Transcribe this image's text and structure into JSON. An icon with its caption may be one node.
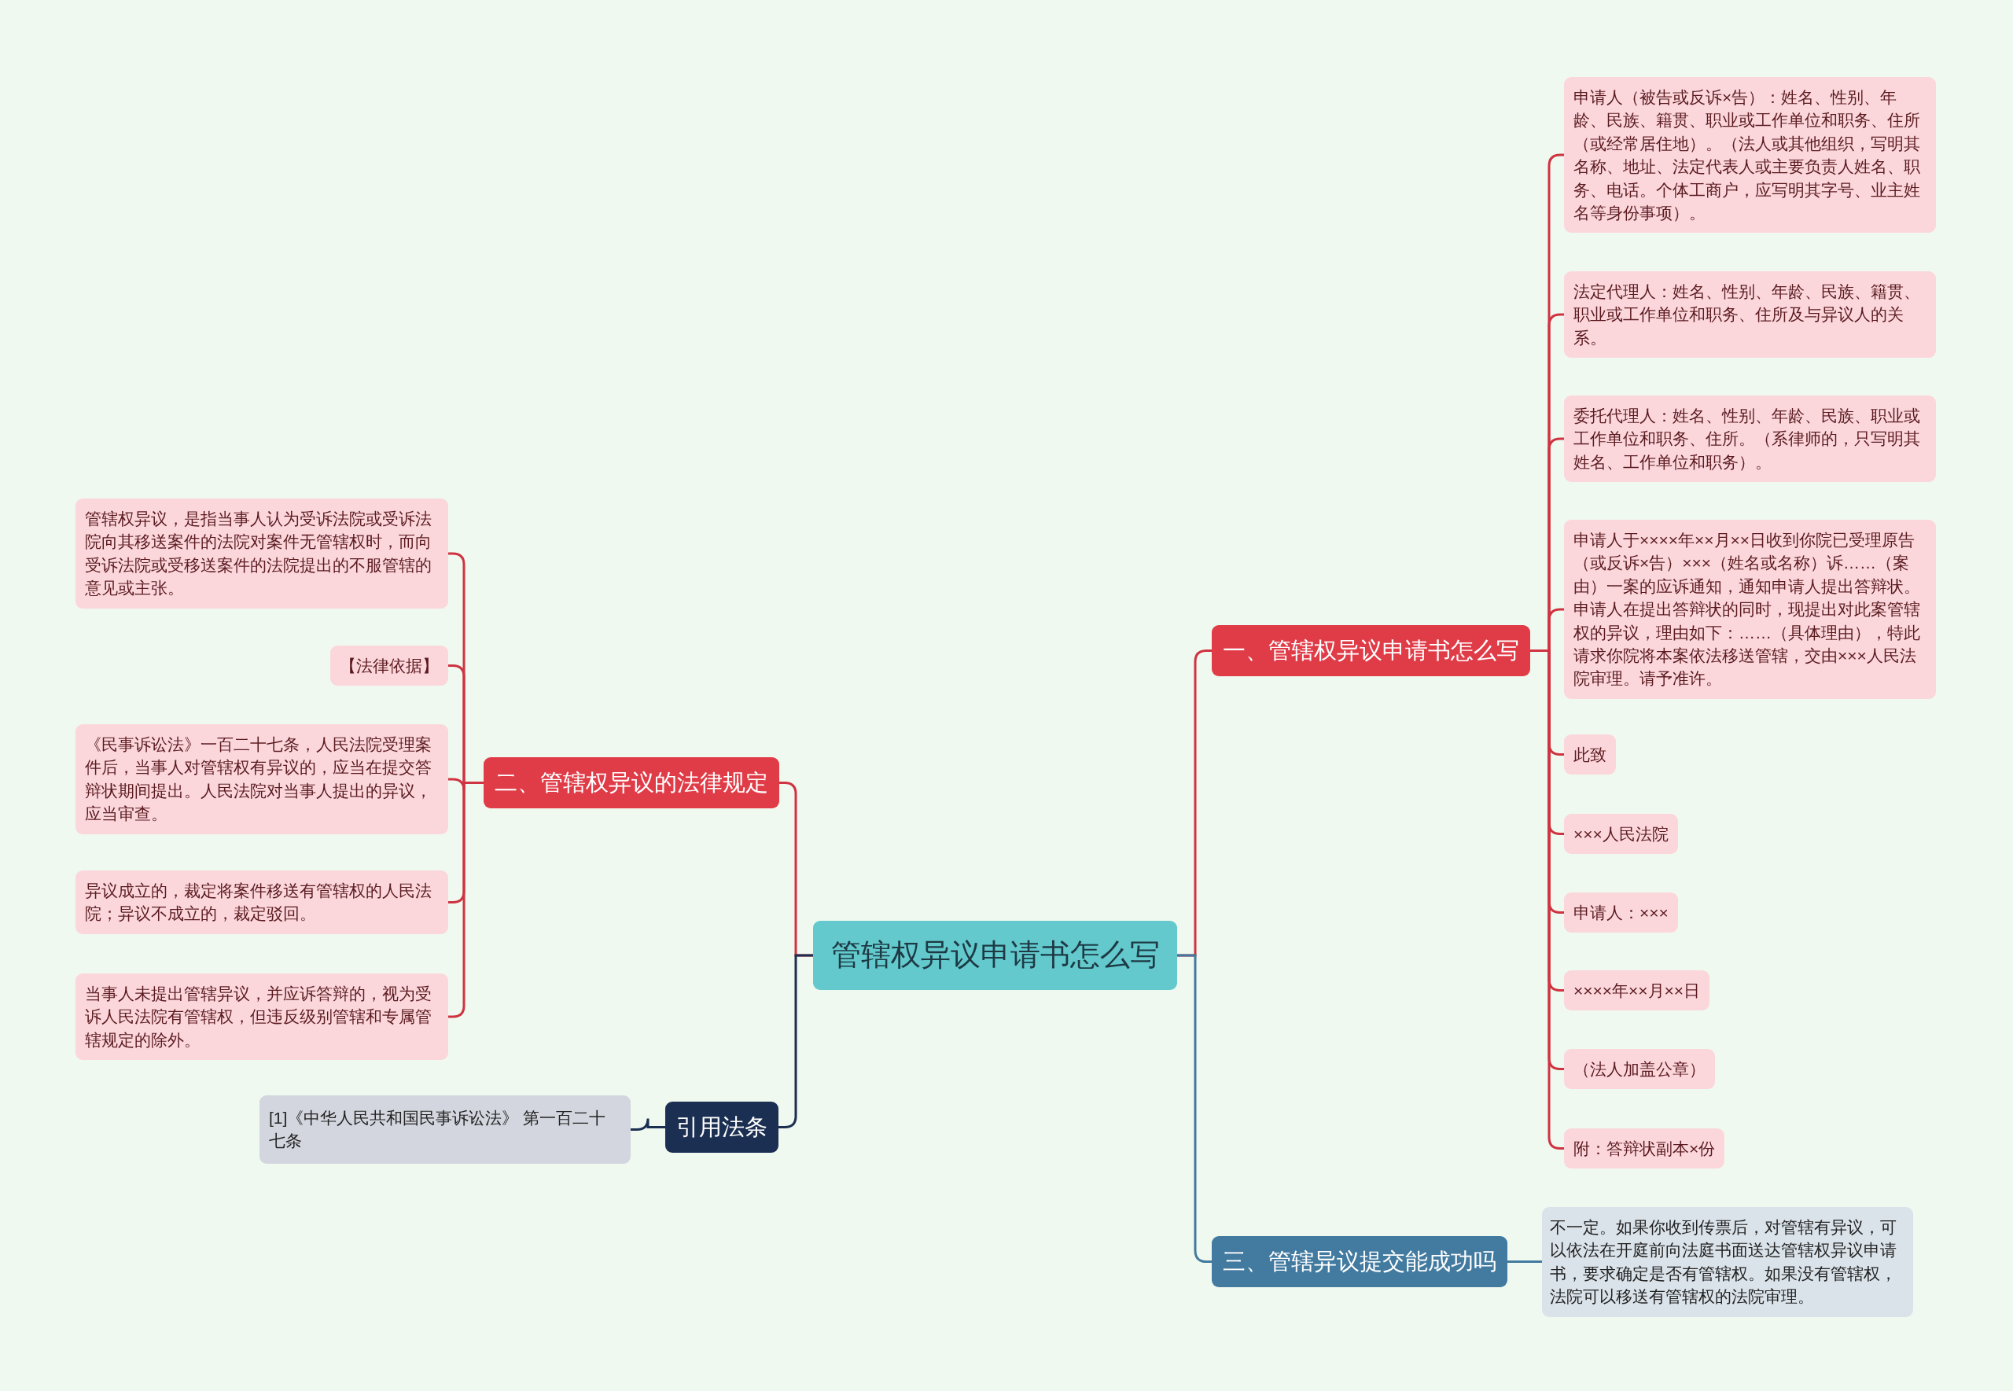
{
  "diagram": {
    "nodes": [
      {
        "text": [
          "管辖权异议申请书怎么写"
        ]
      },
      {
        "text": [
          "一、管辖权异议申请书怎么写"
        ]
      },
      {
        "text": [
          "申请人（被告或反诉×告）：姓名、性别、年龄、民族、籍贯、职业或工作单位和职务、住所（或经常居住地）。（法人或其他组织，写明其名称、地址、法定代表人或主要负责人姓名、职务、电话。个体工商户，应写明其字号、业主姓名等身份事项）。"
        ]
      },
      {
        "text": [
          "法定代理人：姓名、性别、年龄、民族、籍贯、职业或工作单位和职务、住所及与异议人的关系。"
        ]
      },
      {
        "text": [
          "委托代理人：姓名、性别、年龄、民族、职业或工作单位和职务、住所。（系律师的，只写明其姓名、工作单位和职务）。"
        ]
      },
      {
        "text": [
          "申请人于××××年××月××日收到你院已受理原告（或反诉×告）×××（姓名或名称）诉……（案由）一案的应诉通知，通知申请人提出答辩状。申请人在提出答辩状的同时，现提出对此案管辖权的异议，理由如下：……（具体理由），特此请求你院将本案依法移送管辖，交由×××人民法院审理。请予准许。"
        ]
      },
      {
        "text": [
          "此致"
        ]
      },
      {
        "text": [
          "×××人民法院"
        ]
      },
      {
        "text": [
          "申请人：×××"
        ]
      },
      {
        "text": [
          "××××年××月××日"
        ]
      },
      {
        "text": [
          "（法人加盖公章）"
        ]
      },
      {
        "text": [
          "附：答辩状副本×份"
        ]
      },
      {
        "text": [
          "二、管辖权异议的法律规定"
        ]
      },
      {
        "text": [
          "管辖权异议，是指当事人认为受诉法院或受诉法院向其移送案件的法院对案件无管辖权时，而向受诉法院或受移送案件的法院提出的不服管辖的意见或主张。"
        ]
      },
      {
        "text": [
          "【法律依据】"
        ]
      },
      {
        "text": [
          "《民事诉讼法》一百二十七条，人民法院受理案件后，当事人对管辖权有异议的，应当在提交答辩状期间提出。人民法院对当事人提出的异议，应当审查。"
        ]
      },
      {
        "text": [
          "异议成立的，裁定将案件移送有管辖权的人民法院；异议不成立的，裁定驳回。"
        ]
      },
      {
        "text": [
          "当事人未提出管辖异议，并应诉答辩的，视为受诉人民法院有管辖权，但违反级别管辖和专属管辖规定的除外。"
        ]
      },
      {
        "text": [
          "引用法条"
        ]
      },
      {
        "text": [
          "[1]《中华人民共和国民事诉讼法》 第一百二十七条"
        ]
      },
      {
        "text": [
          "三、管辖异议提交能成功吗"
        ]
      },
      {
        "text": [
          "不一定。如果你收到传票后，对管辖有异议，可以依法在开庭前向法庭书面送达管辖权异议申请书，要求确定是否有管辖权。如果没有管辖权，法院可以移送有管辖权的法院审理。"
        ]
      }
    ],
    "edges": [
      {
        "from": 0,
        "to": 1,
        "arrow": "none"
      },
      {
        "from": 1,
        "to": 2,
        "arrow": "none"
      },
      {
        "from": 1,
        "to": 3,
        "arrow": "none"
      },
      {
        "from": 1,
        "to": 4,
        "arrow": "none"
      },
      {
        "from": 1,
        "to": 5,
        "arrow": "none"
      },
      {
        "from": 1,
        "to": 6,
        "arrow": "none"
      },
      {
        "from": 1,
        "to": 7,
        "arrow": "none"
      },
      {
        "from": 1,
        "to": 8,
        "arrow": "none"
      },
      {
        "from": 1,
        "to": 9,
        "arrow": "none"
      },
      {
        "from": 1,
        "to": 10,
        "arrow": "none"
      },
      {
        "from": 1,
        "to": 11,
        "arrow": "none"
      },
      {
        "from": 0,
        "to": 12,
        "arrow": "none"
      },
      {
        "from": 12,
        "to": 13,
        "arrow": "none"
      },
      {
        "from": 12,
        "to": 14,
        "arrow": "none"
      },
      {
        "from": 12,
        "to": 15,
        "arrow": "none"
      },
      {
        "from": 12,
        "to": 16,
        "arrow": "none"
      },
      {
        "from": 12,
        "to": 17,
        "arrow": "none"
      },
      {
        "from": 0,
        "to": 18,
        "arrow": "none",
        "color": "#1b2f52"
      },
      {
        "from": 18,
        "to": 19,
        "arrow": "none",
        "color": "#1b2f52"
      },
      {
        "from": 0,
        "to": 20,
        "arrow": "none",
        "color": "#427aa0"
      },
      {
        "from": 20,
        "to": 21,
        "arrow": "none",
        "color": "#427aa0"
      }
    ]
  }
}
